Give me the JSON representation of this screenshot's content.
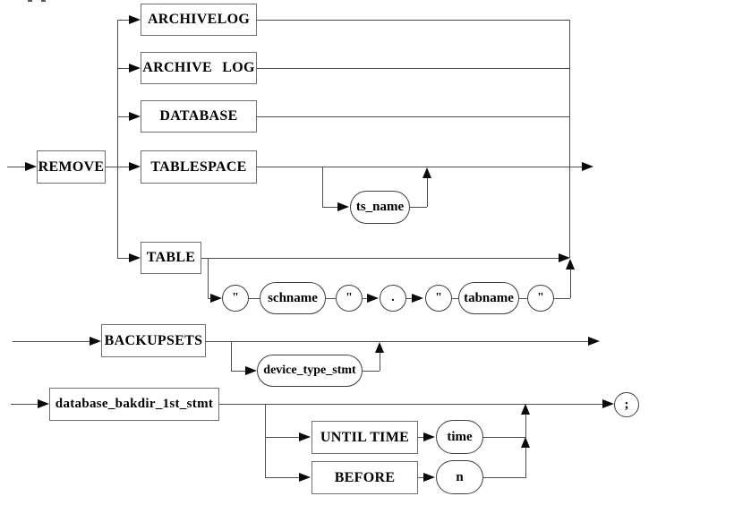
{
  "diagram": {
    "type": "railroad-syntax-diagram",
    "nodes": {
      "remove": "REMOVE",
      "archivelog": "ARCHIVELOG",
      "archive_log": "ARCHIVE LOG",
      "database": "DATABASE",
      "tablespace": "TABLESPACE",
      "table": "TABLE",
      "ts_name": "ts_name",
      "quote_open_sch": "\"",
      "schname": "schname",
      "quote_close_sch": "\"",
      "dot": ".",
      "quote_open_tab": "\"",
      "tabname": "tabname",
      "quote_close_tab": "\"",
      "backupsets": "BACKUPSETS",
      "device_type_stmt": "device_type_stmt",
      "database_bakdir_1st_stmt": "database_bakdir_1st_stmt",
      "until_time": "UNTIL TIME",
      "time": "time",
      "before": "BEFORE",
      "n": "n",
      "terminator": ";"
    },
    "colors": {
      "line": "#4d4d4d",
      "arrow": "#0a0a0a",
      "box_border": "#6f6f6f",
      "text": "#000000",
      "background": "#ffffff"
    }
  }
}
